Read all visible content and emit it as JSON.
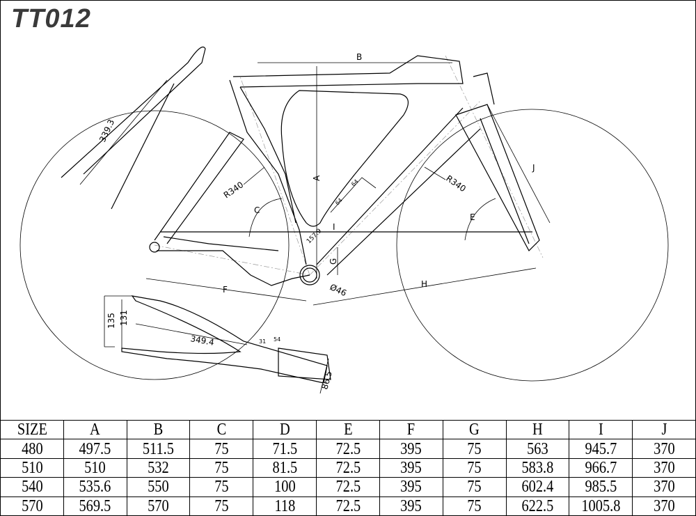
{
  "title": "TT012",
  "drawing_labels": {
    "B": "B",
    "A": "A",
    "C": "C",
    "E": "E",
    "F": "F",
    "G": "G",
    "H": "H",
    "I": "I",
    "J": "J",
    "seatpost_length": "339.3",
    "rear_radius": "R340",
    "front_radius": "R340",
    "bb_diameter": "Ø46",
    "bb_dim": "157.9",
    "bottle_1": "64",
    "bottle_2": "64",
    "stem_length": "349.4",
    "stem_h1": "135",
    "stem_h2": "131",
    "stem_w": "86.5",
    "stem_a": "31",
    "stem_b": "54"
  },
  "table": {
    "headers": [
      "SIZE",
      "A",
      "B",
      "C",
      "D",
      "E",
      "F",
      "G",
      "H",
      "I",
      "J"
    ],
    "rows": [
      [
        "480",
        "497.5",
        "511.5",
        "75",
        "71.5",
        "72.5",
        "395",
        "75",
        "563",
        "945.7",
        "370"
      ],
      [
        "510",
        "510",
        "532",
        "75",
        "81.5",
        "72.5",
        "395",
        "75",
        "583.8",
        "966.7",
        "370"
      ],
      [
        "540",
        "535.6",
        "550",
        "75",
        "100",
        "72.5",
        "395",
        "75",
        "602.4",
        "985.5",
        "370"
      ],
      [
        "570",
        "569.5",
        "570",
        "75",
        "118",
        "72.5",
        "395",
        "75",
        "622.5",
        "1005.8",
        "370"
      ]
    ]
  }
}
